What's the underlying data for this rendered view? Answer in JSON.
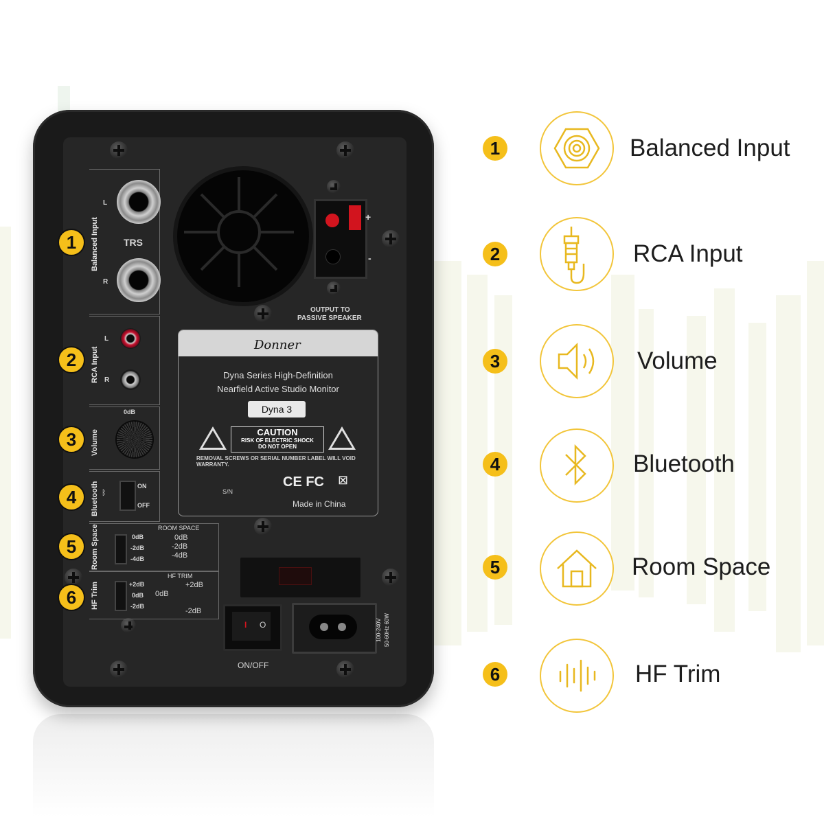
{
  "colors": {
    "accent": "#f5bf1a",
    "icon_ring": "#f2c53a",
    "speaker_body": "#1a1a1a",
    "panel": "#262626",
    "label_text": "#1d1d1d"
  },
  "speaker": {
    "balanced_label": "Balanced Input",
    "trs": "TRS",
    "left": "L",
    "right": "R",
    "rca_label": "RCA Input",
    "volume_label": "Volume",
    "volume_mark": "0dB",
    "bluetooth_label": "Bluetooth",
    "bt_on": "ON",
    "bt_off": "OFF",
    "room_space_label": "Room Space",
    "room_space_title": "ROOM SPACE",
    "room_levels": [
      "0dB",
      "-2dB",
      "-4dB"
    ],
    "hf_trim_label": "HF Trim",
    "hf_trim_title": "HF TRIM",
    "hf_levels": [
      "+2dB",
      "0dB",
      "-2dB"
    ],
    "output_line1": "OUTPUT TO",
    "output_line2": "PASSIVE SPEAKER",
    "plus": "+",
    "minus": "-",
    "brand": "Donner",
    "series_line1": "Dyna Series High-Definition",
    "series_line2": "Nearfield Active Studio Monitor",
    "model": "Dyna 3",
    "caution": "CAUTION",
    "caution_sub1": "RISK OF ELECTRIC SHOCK",
    "caution_sub2": "DO NOT OPEN",
    "warranty": "REMOVAL SCREWS OR SERIAL NUMBER LABEL WILL VOID WARRANTY.",
    "sn": "S/N",
    "certs": "CE FC",
    "made_in": "Made in China",
    "switch_on": "I",
    "switch_off": "O",
    "on_off": "ON/OFF",
    "voltage": "100-240V",
    "freq_power": "50-60Hz 60W",
    "badge_numbers": [
      "1",
      "2",
      "3",
      "4",
      "5",
      "6"
    ]
  },
  "features": [
    {
      "number": "1",
      "label": "Balanced Input",
      "icon": "hex-nut-jack-icon"
    },
    {
      "number": "2",
      "label": "RCA Input",
      "icon": "rca-plug-icon"
    },
    {
      "number": "3",
      "label": "Volume",
      "icon": "speaker-volume-icon"
    },
    {
      "number": "4",
      "label": "Bluetooth",
      "icon": "bluetooth-icon"
    },
    {
      "number": "5",
      "label": "Room Space",
      "icon": "house-icon"
    },
    {
      "number": "6",
      "label": "HF Trim",
      "icon": "sound-wave-icon"
    }
  ]
}
